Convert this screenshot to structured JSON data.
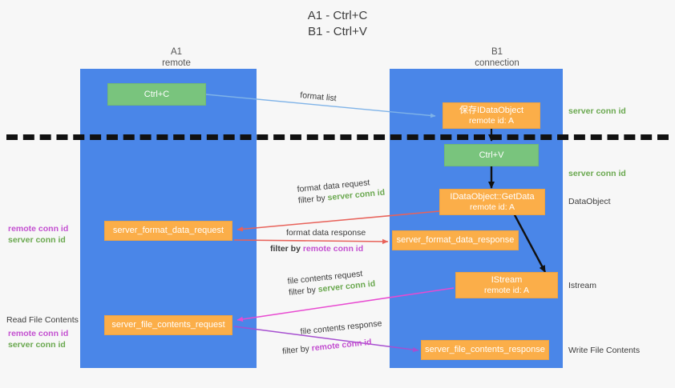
{
  "title": {
    "line1": "A1 - Ctrl+C",
    "line2": "B1 - Ctrl+V"
  },
  "lanes": [
    {
      "id": "a1",
      "title": "A1",
      "subtitle": "remote",
      "color": "#4a86e8"
    },
    {
      "id": "b1",
      "title": "B1",
      "subtitle": "connection",
      "color": "#4a86e8"
    }
  ],
  "nodes": {
    "ctrl_c": {
      "line1": "Ctrl+C",
      "line2": "",
      "color": "#79c47d"
    },
    "save_dataobj": {
      "line1": "保存IDataObject",
      "line2": "remote id: A",
      "color": "#fbae49"
    },
    "ctrl_v": {
      "line1": "Ctrl+V",
      "line2": "",
      "color": "#79c47d"
    },
    "getdata": {
      "line1": "IDataObject::GetData",
      "line2": "remote id: A",
      "color": "#fbae49"
    },
    "fmt_req": {
      "line1": "server_format_data_request",
      "line2": "",
      "color": "#fbae49"
    },
    "fmt_resp": {
      "line1": "server_format_data_response",
      "line2": "",
      "color": "#fbae49"
    },
    "istream": {
      "line1": "IStream",
      "line2": "remote id: A",
      "color": "#fbae49"
    },
    "file_req": {
      "line1": "server_file_contents_request",
      "line2": "",
      "color": "#fbae49"
    },
    "file_resp": {
      "line1": "server_file_contents_response",
      "line2": "",
      "color": "#fbae49"
    }
  },
  "annotations": {
    "format_list": "format list",
    "fmt_req_l1": "format data request",
    "fmt_req_l2_pre": "filter by ",
    "fmt_req_l2_key": "server conn id",
    "fmt_resp_l1": "format data response",
    "fmt_resp_l2_pre": "filter by ",
    "fmt_resp_l2_key": "remote conn id",
    "file_req_l1": "file contents request",
    "file_req_l2_pre": "filter by ",
    "file_req_l2_key": "server conn id",
    "file_resp_l1": "file contents response",
    "file_resp_l2_pre": "filter by ",
    "file_resp_l2_key": "remote conn id"
  },
  "side_labels": {
    "left_mid_remote": "remote conn id",
    "left_mid_server": "server conn id",
    "left_read_title": "Read File Contents",
    "left_read_remote": "remote conn id",
    "left_read_server": "server conn id",
    "right_server_1": "server conn id",
    "right_server_2": "server conn id",
    "right_dataobject": "DataObject",
    "right_istream": "Istream",
    "right_write": "Write File Contents"
  },
  "colors": {
    "lane": "#4a86e8",
    "green_box": "#79c47d",
    "orange_box": "#fbae49",
    "green_text": "#6aa84f",
    "purple_text": "#c34fd0",
    "arrow_blue": "#7fb3e8",
    "arrow_red": "#e8625a",
    "arrow_magenta": "#e84ad1",
    "arrow_purple": "#a64fd0",
    "arrow_black": "#111111",
    "dash_line": "#111111",
    "background": "#f7f7f7"
  }
}
